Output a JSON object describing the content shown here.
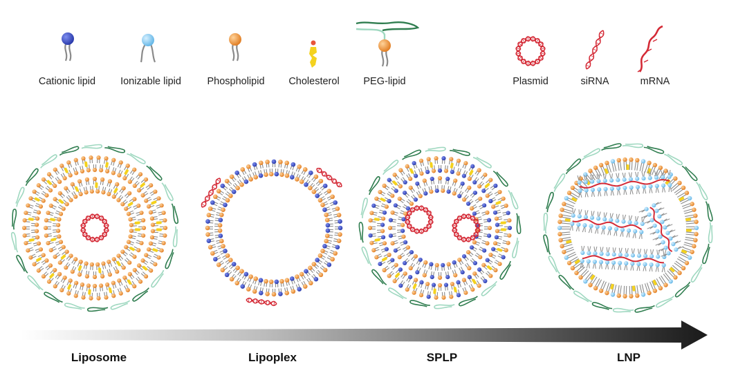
{
  "legend": {
    "cationic_lipid": "Cationic lipid",
    "ionizable_lipid": "Ionizable lipid",
    "phospholipid": "Phospholipid",
    "cholesterol": "Cholesterol",
    "peg_lipid": "PEG-lipid",
    "plasmid": "Plasmid",
    "sirna": "siRNA",
    "mrna": "mRNA"
  },
  "stages": {
    "liposome": "Liposome",
    "lipoplex": "Lipoplex",
    "splp": "SPLP",
    "lnp": "LNP"
  },
  "colors": {
    "cationic": "#3a4fc4",
    "ionizable": "#8fd0f2",
    "phospholipid": "#f29a3c",
    "cholesterol": "#f4d21f",
    "peg_dark": "#2f7d4f",
    "peg_light": "#9fd8c0",
    "nucleic_acid": "#d42a36",
    "tail": "#8a8a8a",
    "arrow": "#1a1a1a"
  }
}
